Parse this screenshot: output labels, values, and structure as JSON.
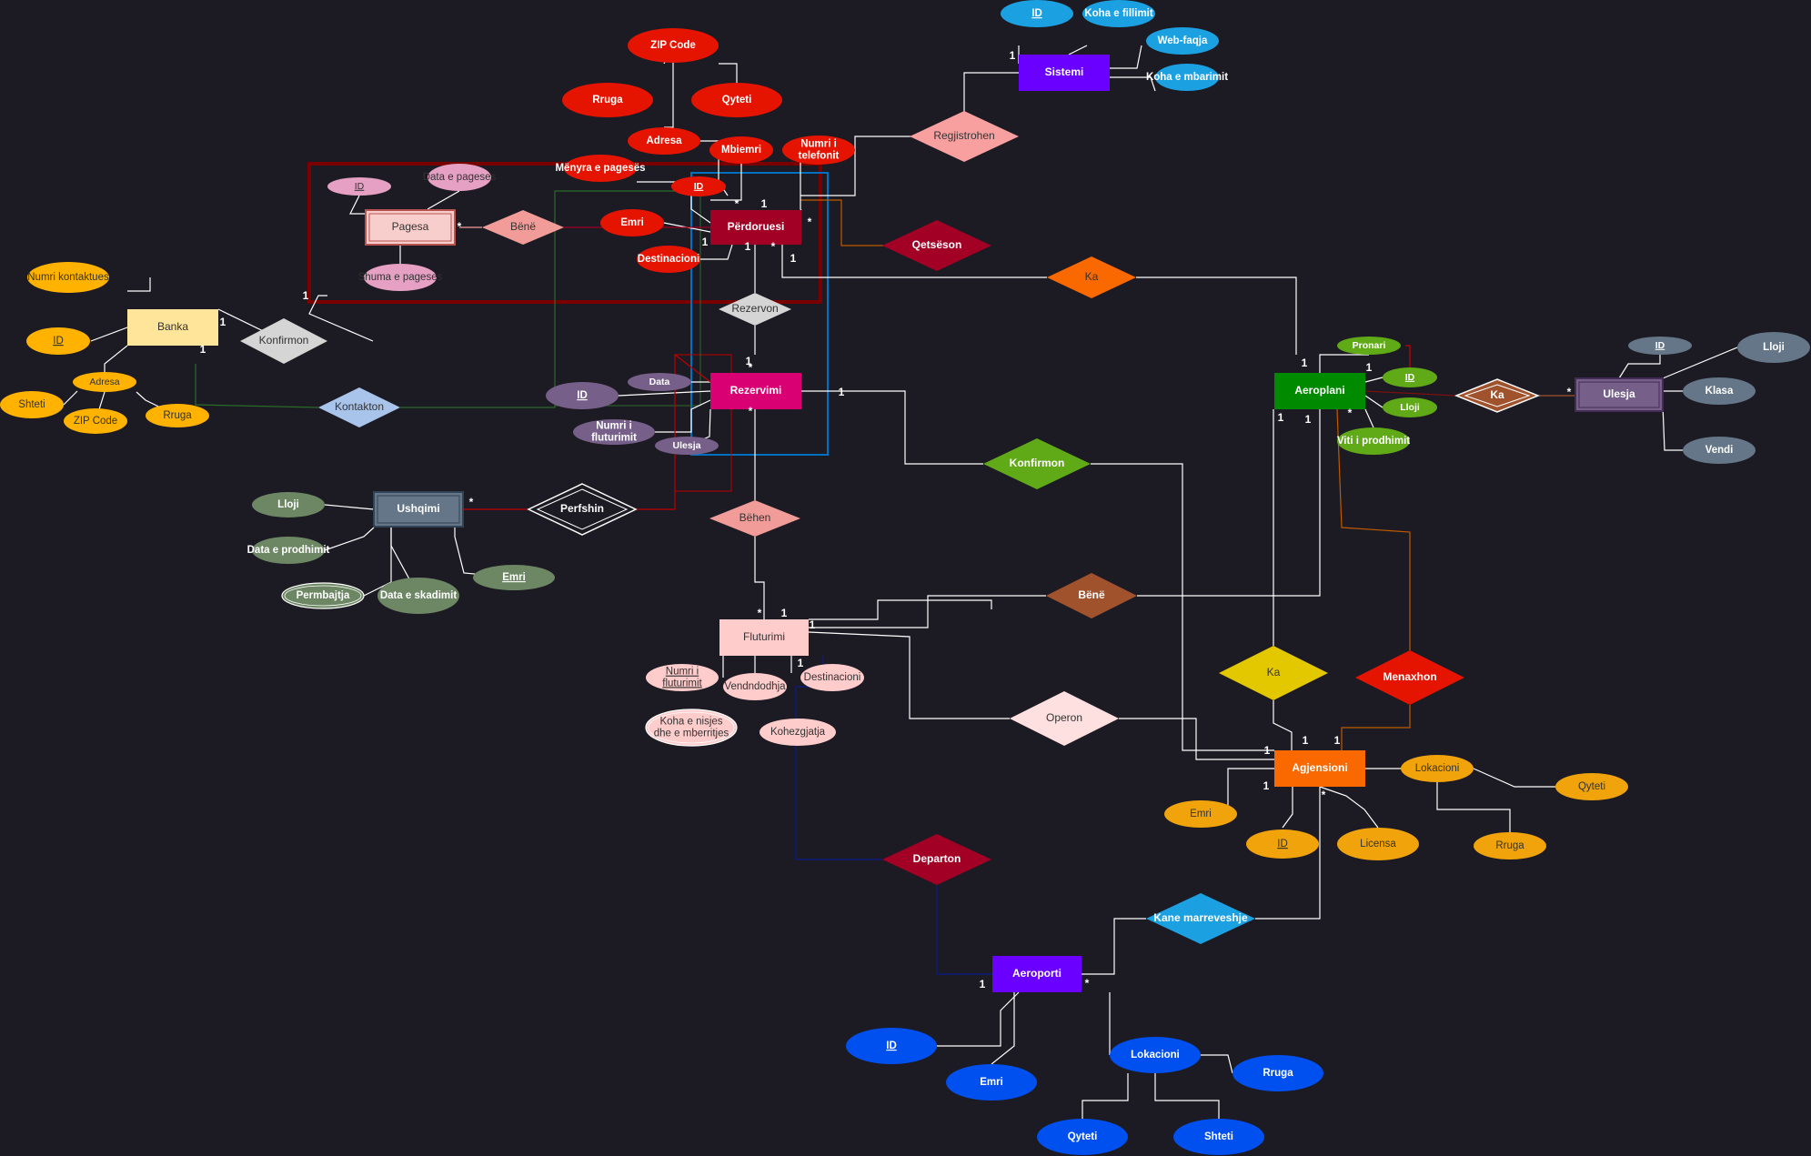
{
  "diagram": {
    "groups": [
      {
        "id": "grpPagesa",
        "stroke": "#7a0000"
      },
      {
        "id": "grpUser",
        "stroke": "#0070c0"
      },
      {
        "id": "grpRez",
        "stroke": "#c00000"
      },
      {
        "id": "grpGreen",
        "stroke": "#2a6b2a"
      }
    ],
    "entities": [
      {
        "id": "Sistemi",
        "label": "Sistemi",
        "fill": "#6a00ff",
        "color": "#ffffff"
      },
      {
        "id": "Perdoruesi",
        "label": "Përdoruesi",
        "fill": "#a20025",
        "color": "#ffffff"
      },
      {
        "id": "Pagesa",
        "label": "Pagesa",
        "fill": "#f8cecc",
        "color": "#333333",
        "weak": true,
        "bstroke": "#b85450"
      },
      {
        "id": "Banka",
        "label": "Banka",
        "fill": "#ffe599",
        "color": "#333333"
      },
      {
        "id": "Rezervimi",
        "label": "Rezervimi",
        "fill": "#d80073",
        "color": "#ffffff"
      },
      {
        "id": "Ushqimi",
        "label": "Ushqimi",
        "fill": "#647687",
        "color": "#ffffff",
        "weak": true,
        "bstroke": "#314354"
      },
      {
        "id": "Fluturimi",
        "label": "Fluturimi",
        "fill": "#ffcccc",
        "color": "#333333"
      },
      {
        "id": "Aeroplani",
        "label": "Aeroplani",
        "fill": "#008a00",
        "color": "#ffffff"
      },
      {
        "id": "Ulesja",
        "label": "Ulesja",
        "fill": "#76608a",
        "color": "#ffffff",
        "weak": true,
        "bstroke": "#432d57"
      },
      {
        "id": "Agjensioni",
        "label": "Agjensioni",
        "fill": "#fa6800",
        "color": "#ffffff"
      },
      {
        "id": "Aeroporti",
        "label": "Aeroporti",
        "fill": "#6a00ff",
        "color": "#ffffff"
      }
    ],
    "relations": [
      {
        "id": "rRegjistrohen",
        "label": "Regjistrohen",
        "fill": "#f8a0a0",
        "color": "#333333"
      },
      {
        "id": "rQetseson",
        "label": "Qetsëson",
        "fill": "#a20025",
        "color": "#ffffff"
      },
      {
        "id": "rKaUser",
        "label": "Ka",
        "fill": "#fa6800",
        "color": "#333333"
      },
      {
        "id": "rBenePagesa",
        "label": "Bënë",
        "fill": "#f19c99",
        "color": "#333333"
      },
      {
        "id": "rKonfirmonBanka",
        "label": "Konfirmon",
        "fill": "#d5d5d5",
        "color": "#333333"
      },
      {
        "id": "rKontakton",
        "label": "Kontakton",
        "fill": "#a9c4eb",
        "color": "#333333"
      },
      {
        "id": "rRezervon",
        "label": "Rezervon",
        "fill": "#d5d5d5",
        "color": "#333333"
      },
      {
        "id": "rPerfshin",
        "label": "Perfshin",
        "fill": "#1c1a22",
        "color": "#ffffff",
        "double": true
      },
      {
        "id": "rBehen",
        "label": "Bëhen",
        "fill": "#f19c99",
        "color": "#333333"
      },
      {
        "id": "rKonfirmonAero",
        "label": "Konfirmon",
        "fill": "#60a917",
        "color": "#ffffff"
      },
      {
        "id": "rKaUlesja",
        "label": "Ka",
        "fill": "#a0522d",
        "color": "#ffffff",
        "double": true
      },
      {
        "id": "rBeneFlut",
        "label": "Bënë",
        "fill": "#a0522d",
        "color": "#ffffff"
      },
      {
        "id": "rKaAgj",
        "label": "Ka",
        "fill": "#e3c800",
        "color": "#333333"
      },
      {
        "id": "rMenaxhon",
        "label": "Menaxhon",
        "fill": "#e51400",
        "color": "#ffffff"
      },
      {
        "id": "rOperon",
        "label": "Operon",
        "fill": "#ffe0e0",
        "color": "#333333"
      },
      {
        "id": "rDeparton",
        "label": "Departon",
        "fill": "#a20025",
        "color": "#ffffff"
      },
      {
        "id": "rKaneMarr",
        "label": "Kane marreveshje",
        "fill": "#1ba1e2",
        "color": "#ffffff"
      }
    ],
    "attributes": [
      {
        "id": "aSisID",
        "label": "ID",
        "fill": "#1ba1e2",
        "color": "#ffffff",
        "key": true
      },
      {
        "id": "aKohaFill",
        "label": "Koha e fillimit",
        "fill": "#1ba1e2",
        "color": "#ffffff"
      },
      {
        "id": "aWeb",
        "label": "Web-faqja",
        "fill": "#1ba1e2",
        "color": "#ffffff"
      },
      {
        "id": "aKohaMbar",
        "label": "Koha e mbarimit",
        "fill": "#1ba1e2",
        "color": "#ffffff"
      },
      {
        "id": "aZip",
        "label": "ZIP Code",
        "fill": "#e51400",
        "color": "#ffffff"
      },
      {
        "id": "aRruga1",
        "label": "Rruga",
        "fill": "#e51400",
        "color": "#ffffff"
      },
      {
        "id": "aQyteti1",
        "label": "Qyteti",
        "fill": "#e51400",
        "color": "#ffffff"
      },
      {
        "id": "aAdresa1",
        "label": "Adresa",
        "fill": "#e51400",
        "color": "#ffffff"
      },
      {
        "id": "aMbiemri",
        "label": "Mbiemri",
        "fill": "#e51400",
        "color": "#ffffff"
      },
      {
        "id": "aNrTel",
        "label": "Numri i telefonit",
        "fill": "#e51400",
        "color": "#ffffff"
      },
      {
        "id": "aMenyra",
        "label": "Mënyra e pagesës",
        "fill": "#e51400",
        "color": "#ffffff"
      },
      {
        "id": "aUserID",
        "label": "ID",
        "fill": "#e51400",
        "color": "#ffffff",
        "key": true
      },
      {
        "id": "aEmri1",
        "label": "Emri",
        "fill": "#e51400",
        "color": "#ffffff"
      },
      {
        "id": "aDest1",
        "label": "Destinacioni",
        "fill": "#e51400",
        "color": "#ffffff"
      },
      {
        "id": "aPagID",
        "label": "ID",
        "fill": "#e6a0c4",
        "color": "#333333",
        "key": true
      },
      {
        "id": "aDataPag",
        "label": "Data e pageses",
        "fill": "#e6a0c4",
        "color": "#333333"
      },
      {
        "id": "aShuma",
        "label": "Shuma e pageses",
        "fill": "#e6a0c4",
        "color": "#333333"
      },
      {
        "id": "aNrKont",
        "label": "Numri kontaktues",
        "fill": "#ffb300",
        "color": "#333333"
      },
      {
        "id": "aBankID",
        "label": "ID",
        "fill": "#ffb300",
        "color": "#333333",
        "key": true
      },
      {
        "id": "aAdresaB",
        "label": "Adresa",
        "fill": "#ffb300",
        "color": "#333333"
      },
      {
        "id": "aShtetiB",
        "label": "Shteti",
        "fill": "#ffb300",
        "color": "#333333"
      },
      {
        "id": "aZipB",
        "label": "ZIP Code",
        "fill": "#ffb300",
        "color": "#333333"
      },
      {
        "id": "aRrugaB",
        "label": "Rruga",
        "fill": "#ffb300",
        "color": "#333333"
      },
      {
        "id": "aRezID",
        "label": "ID",
        "fill": "#76608a",
        "color": "#ffffff",
        "key": true
      },
      {
        "id": "aRezData",
        "label": "Data",
        "fill": "#76608a",
        "color": "#ffffff"
      },
      {
        "id": "aRezNr",
        "label": "Numri i fluturimit",
        "fill": "#76608a",
        "color": "#ffffff"
      },
      {
        "id": "aRezUl",
        "label": "Ulesja",
        "fill": "#76608a",
        "color": "#ffffff"
      },
      {
        "id": "aUshLloji",
        "label": "Lloji",
        "fill": "#6d8764",
        "color": "#ffffff"
      },
      {
        "id": "aUshProd",
        "label": "Data e prodhimit",
        "fill": "#6d8764",
        "color": "#ffffff"
      },
      {
        "id": "aUshPerm",
        "label": "Permbajtja",
        "fill": "#6d8764",
        "color": "#ffffff",
        "double": true
      },
      {
        "id": "aUshSkad",
        "label": "Data e skadimit",
        "fill": "#6d8764",
        "color": "#ffffff"
      },
      {
        "id": "aUshEmri",
        "label": "Emri",
        "fill": "#6d8764",
        "color": "#ffffff",
        "key": true
      },
      {
        "id": "aFlNr",
        "label": "Numri i fluturimit",
        "fill": "#ffcccc",
        "color": "#333333",
        "key": true
      },
      {
        "id": "aFlVend",
        "label": "Vendndodhja",
        "fill": "#ffcccc",
        "color": "#333333"
      },
      {
        "id": "aFlDest",
        "label": "Destinacioni",
        "fill": "#ffcccc",
        "color": "#333333"
      },
      {
        "id": "aFlKoha",
        "label": "Koha e nisjes dhe e mberritjes",
        "fill": "#ffcccc",
        "color": "#333333",
        "double": true
      },
      {
        "id": "aFlKoh",
        "label": "Kohezgjatja",
        "fill": "#ffcccc",
        "color": "#333333"
      },
      {
        "id": "aAePron",
        "label": "Pronari",
        "fill": "#60a917",
        "color": "#ffffff"
      },
      {
        "id": "aAeID",
        "label": "ID",
        "fill": "#60a917",
        "color": "#ffffff",
        "key": true
      },
      {
        "id": "aAeLloji",
        "label": "Lloji",
        "fill": "#60a917",
        "color": "#ffffff"
      },
      {
        "id": "aAeViti",
        "label": "Viti i prodhimit",
        "fill": "#60a917",
        "color": "#ffffff"
      },
      {
        "id": "aUlID",
        "label": "ID",
        "fill": "#647687",
        "color": "#ffffff",
        "key": true
      },
      {
        "id": "aUlLloji",
        "label": "Lloji",
        "fill": "#647687",
        "color": "#ffffff"
      },
      {
        "id": "aUlKlasa",
        "label": "Klasa",
        "fill": "#647687",
        "color": "#ffffff"
      },
      {
        "id": "aUlVendi",
        "label": "Vendi",
        "fill": "#647687",
        "color": "#ffffff"
      },
      {
        "id": "aAgjEmri",
        "label": "Emri",
        "fill": "#f0a30a",
        "color": "#333333"
      },
      {
        "id": "aAgjID",
        "label": "ID",
        "fill": "#f0a30a",
        "color": "#333333",
        "key": true
      },
      {
        "id": "aAgjLic",
        "label": "Licensa",
        "fill": "#f0a30a",
        "color": "#333333"
      },
      {
        "id": "aAgjLok",
        "label": "Lokacioni",
        "fill": "#f0a30a",
        "color": "#333333"
      },
      {
        "id": "aAgjQyt",
        "label": "Qyteti",
        "fill": "#f0a30a",
        "color": "#333333"
      },
      {
        "id": "aAgjRr",
        "label": "Rruga",
        "fill": "#f0a30a",
        "color": "#333333"
      },
      {
        "id": "aApID",
        "label": "ID",
        "fill": "#0050ef",
        "color": "#ffffff",
        "key": true
      },
      {
        "id": "aApEmri",
        "label": "Emri",
        "fill": "#0050ef",
        "color": "#ffffff"
      },
      {
        "id": "aApLok",
        "label": "Lokacioni",
        "fill": "#0050ef",
        "color": "#ffffff"
      },
      {
        "id": "aApRr",
        "label": "Rruga",
        "fill": "#0050ef",
        "color": "#ffffff"
      },
      {
        "id": "aApQyt",
        "label": "Qyteti",
        "fill": "#0050ef",
        "color": "#ffffff"
      },
      {
        "id": "aApSht",
        "label": "Shteti",
        "fill": "#0050ef",
        "color": "#ffffff"
      }
    ],
    "cardinalities": [
      {
        "id": "c1",
        "text": "1"
      },
      {
        "id": "c2",
        "text": "*"
      },
      {
        "id": "c3",
        "text": "1"
      },
      {
        "id": "c4",
        "text": "*"
      },
      {
        "id": "c5",
        "text": "1"
      },
      {
        "id": "c6",
        "text": "1"
      },
      {
        "id": "c7",
        "text": "*"
      },
      {
        "id": "c8",
        "text": "1"
      },
      {
        "id": "c9",
        "text": "*"
      },
      {
        "id": "c10",
        "text": "1"
      },
      {
        "id": "c11",
        "text": "1"
      },
      {
        "id": "c12",
        "text": "1"
      },
      {
        "id": "c13",
        "text": "1"
      },
      {
        "id": "c14",
        "text": "*"
      },
      {
        "id": "c15",
        "text": "*"
      },
      {
        "id": "c16",
        "text": "1"
      },
      {
        "id": "c17",
        "text": "*"
      },
      {
        "id": "c18",
        "text": "*"
      },
      {
        "id": "c19",
        "text": "1"
      },
      {
        "id": "c20",
        "text": "1"
      },
      {
        "id": "c21",
        "text": "1"
      },
      {
        "id": "c22",
        "text": "1"
      },
      {
        "id": "c23",
        "text": "1"
      },
      {
        "id": "c24",
        "text": "*"
      },
      {
        "id": "c25",
        "text": "*"
      },
      {
        "id": "c26",
        "text": "1"
      },
      {
        "id": "c27",
        "text": "1"
      },
      {
        "id": "c28",
        "text": "1"
      },
      {
        "id": "c29",
        "text": "1"
      },
      {
        "id": "c30",
        "text": "*"
      },
      {
        "id": "c31",
        "text": "1"
      },
      {
        "id": "c32",
        "text": "*"
      },
      {
        "id": "c33",
        "text": "1"
      },
      {
        "id": "c34",
        "text": "1"
      }
    ]
  }
}
